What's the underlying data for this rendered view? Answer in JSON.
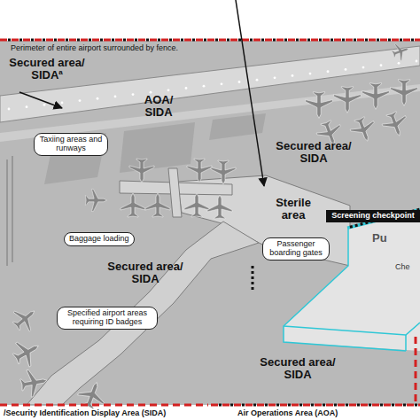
{
  "diagram": {
    "nodes": [
      {
        "text": [
          "Taxiing areas and runways"
        ]
      },
      {
        "text": [
          "Baggage loading"
        ]
      },
      {
        "text": [
          "Passenger boarding gates"
        ]
      },
      {
        "text": [
          "Specified airport areas requiring ID badges"
        ]
      },
      {
        "text": [
          "Screening checkpoint"
        ]
      }
    ],
    "labels": [
      "Perimeter of entire airport surrounded by fence.",
      "Secured area/ SIDA",
      "a",
      "AOA/ SIDA",
      "Secured area/ SIDA",
      "Sterile area",
      "Secured area/ SIDA",
      "Secured area/ SIDA",
      "Pu",
      "Che"
    ],
    "legend": [
      {
        "text": "/Security Identification Display Area (SIDA)"
      },
      {
        "text": "Air Operations Area (AOA)"
      }
    ]
  }
}
